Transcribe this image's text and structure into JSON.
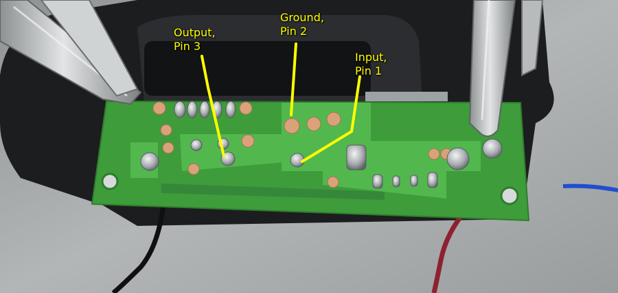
{
  "annotations": {
    "output": "Output,\nPin 3",
    "ground": "Ground,\nPin 2",
    "input": "Input,\nPin 1"
  },
  "colors": {
    "label_text": "#ffff00",
    "pointer_line": "#ffff00",
    "pcb_green": "#3e9c3b",
    "trace_green": "#52b84e",
    "copper_pad": "#d9a27a",
    "solder": "#b8bcc0",
    "clip_metal": "#c9cccd",
    "background_metal": "#a7abac"
  },
  "icons": [
    "alligator-clip-left",
    "alligator-clip-right",
    "pcb-board",
    "red-wire",
    "black-wire",
    "blue-wire"
  ]
}
